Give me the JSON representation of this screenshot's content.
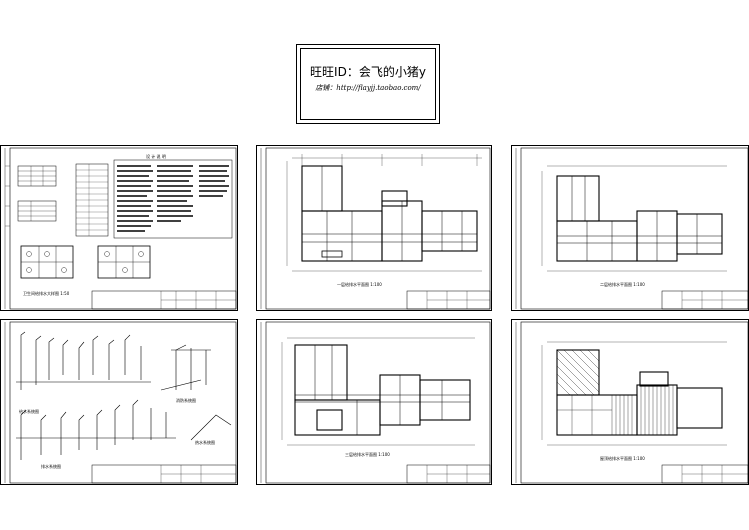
{
  "header": {
    "title": "旺旺ID：会飞的小猪y",
    "shop_line": "店铺：http://flayjj.taobao.com/"
  },
  "sheets": [
    {
      "caption": "卫生间给排水大样图 1:50",
      "caption2": "",
      "table_caption": "设 计 说 明"
    },
    {
      "caption": "一层给排水平面图 1:100"
    },
    {
      "caption": "二层给排水平面图 1:100"
    },
    {
      "caption_a": "给水系统图",
      "caption_b": "排水系统图",
      "caption_c": "消防系统图",
      "caption_d": "热水系统图"
    },
    {
      "caption": "三层给排水平面图 1:100"
    },
    {
      "caption": "屋顶给排水平面图 1:100"
    }
  ]
}
